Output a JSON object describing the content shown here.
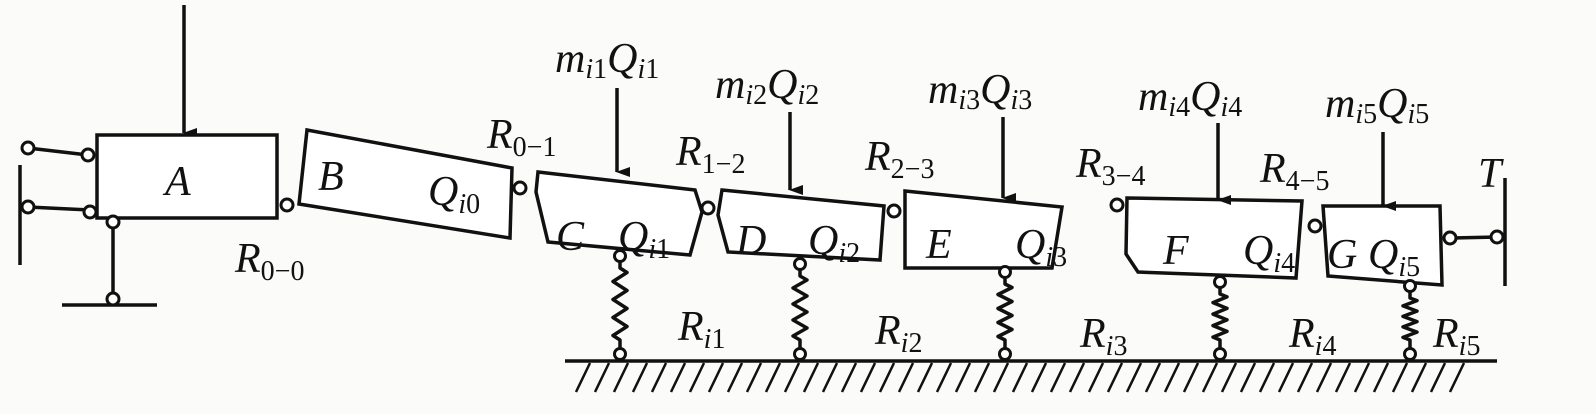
{
  "blocks": {
    "A": "A",
    "B": "B",
    "C": "C",
    "D": "D",
    "E": "E",
    "F": "F",
    "G": "G"
  },
  "Q": {
    "base": "Q",
    "i": "i",
    "n": [
      "0",
      "1",
      "2",
      "3",
      "4",
      "5"
    ]
  },
  "m": {
    "base": "m"
  },
  "R": {
    "base": "R",
    "joints": [
      "0−0",
      "0−1",
      "1−2",
      "2−3",
      "3−4",
      "4−5"
    ]
  },
  "T": "T"
}
